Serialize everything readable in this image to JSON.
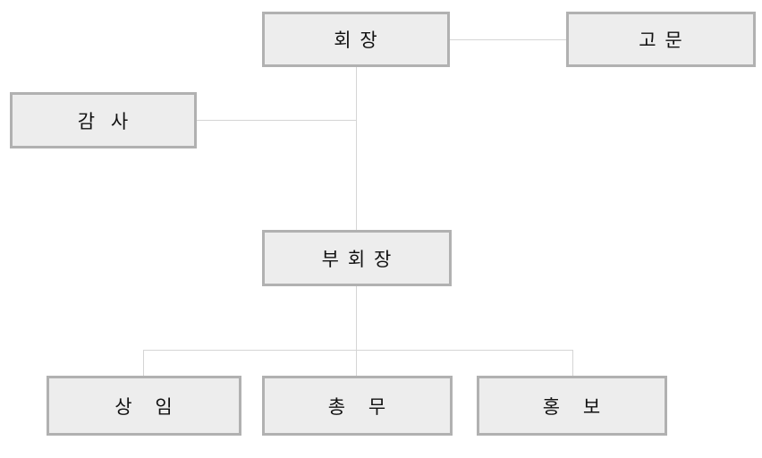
{
  "diagram": {
    "type": "org-chart",
    "nodes": {
      "chairman": {
        "label": "회 장"
      },
      "advisor": {
        "label": "고 문"
      },
      "auditor": {
        "label": "감 사"
      },
      "vice_chairman": {
        "label": "부 회 장"
      },
      "standing": {
        "label": "상 임"
      },
      "general_affairs": {
        "label": "총 무"
      },
      "public_relations": {
        "label": "홍 보"
      }
    },
    "edges": [
      {
        "from": "chairman",
        "to": "advisor",
        "style": "side-link"
      },
      {
        "from": "chairman",
        "to": "auditor",
        "style": "side-link"
      },
      {
        "from": "chairman",
        "to": "vice_chairman",
        "style": "vertical"
      },
      {
        "from": "vice_chairman",
        "to": "standing",
        "style": "branch"
      },
      {
        "from": "vice_chairman",
        "to": "general_affairs",
        "style": "branch"
      },
      {
        "from": "vice_chairman",
        "to": "public_relations",
        "style": "branch"
      }
    ],
    "colors": {
      "box_fill": "#ededed",
      "box_border": "#b1b1b1",
      "line": "#d5d5d5",
      "text": "#111111",
      "background": "#ffffff"
    }
  }
}
